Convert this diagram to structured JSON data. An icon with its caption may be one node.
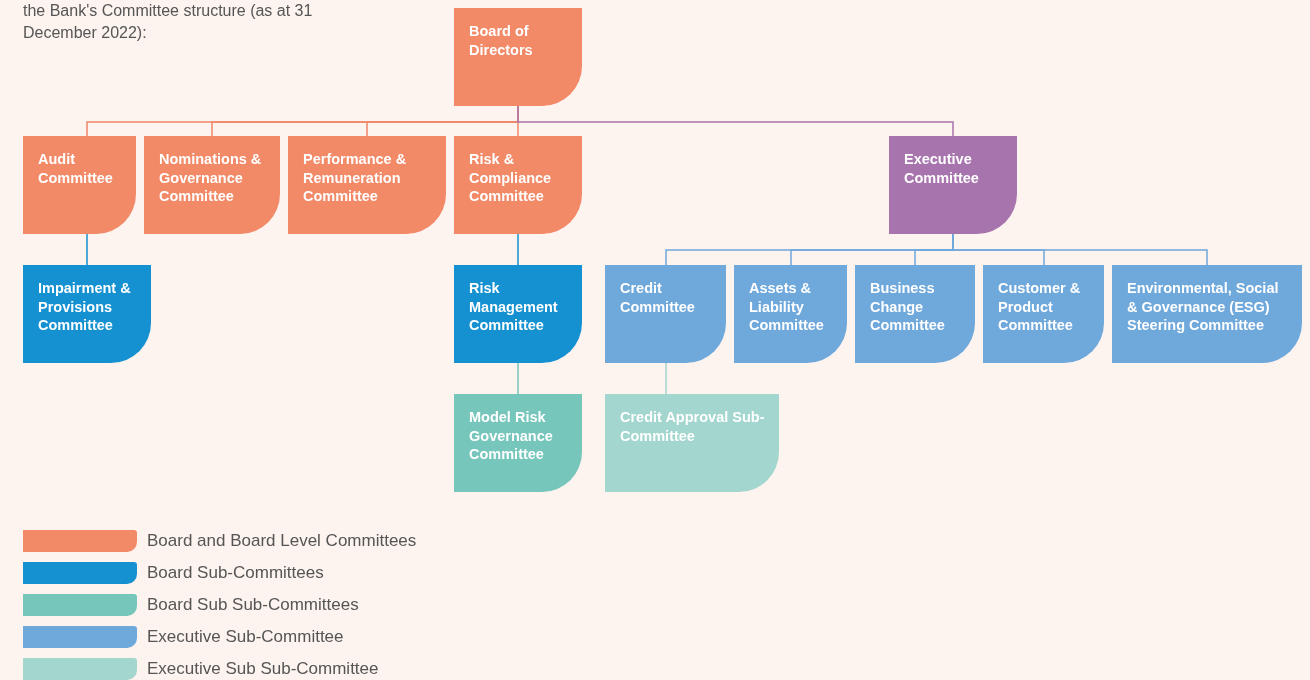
{
  "diagram": {
    "nodes": [
      {
        "text": [
          "Board of Directors"
        ]
      },
      {
        "text": [
          "Audit Committee"
        ]
      },
      {
        "text": [
          "Nominations & Governance Committee"
        ]
      },
      {
        "text": [
          "Performance & Remuneration Committee"
        ]
      },
      {
        "text": [
          "Risk & Compliance Committee"
        ]
      },
      {
        "text": [
          "Executive Committee"
        ]
      },
      {
        "text": [
          "Impairment & Provisions Committee"
        ]
      },
      {
        "text": [
          "Risk Management Committee"
        ]
      },
      {
        "text": [
          "Credit Committee"
        ]
      },
      {
        "text": [
          "Assets & Liability Committee"
        ]
      },
      {
        "text": [
          "Business Change Committee"
        ]
      },
      {
        "text": [
          "Customer & Product Committee"
        ]
      },
      {
        "text": [
          "Environmental, Social & Governance (ESG) Steering Committee"
        ]
      },
      {
        "text": [
          "Model Risk Governance Committee"
        ]
      },
      {
        "text": [
          "Credit Approval Sub-Committee"
        ]
      }
    ],
    "edges": [
      {
        "from": 0,
        "to": 1,
        "arrow": "none",
        "color": "#f0876a"
      },
      {
        "from": 0,
        "to": 2,
        "arrow": "none",
        "color": "#f0876a"
      },
      {
        "from": 0,
        "to": 3,
        "arrow": "none",
        "color": "#f0876a"
      },
      {
        "from": 0,
        "to": 4,
        "arrow": "none",
        "color": "#f0876a"
      },
      {
        "from": 0,
        "to": 5,
        "arrow": "none",
        "color": "#a874ae"
      },
      {
        "from": 1,
        "to": 6,
        "arrow": "none",
        "color": "#1591d1"
      },
      {
        "from": 4,
        "to": 7,
        "arrow": "none",
        "color": "#1591d1"
      },
      {
        "from": 7,
        "to": 13,
        "arrow": "none",
        "color": "#76c6bb"
      },
      {
        "from": 5,
        "to": 8,
        "arrow": "none"
      },
      {
        "from": 5,
        "to": 9,
        "arrow": "none"
      },
      {
        "from": 5,
        "to": 10,
        "arrow": "none"
      },
      {
        "from": 5,
        "to": 11,
        "arrow": "none"
      },
      {
        "from": 5,
        "to": 12,
        "arrow": "none"
      },
      {
        "from": 8,
        "to": 14,
        "arrow": "none",
        "color": "#a2d6ce"
      }
    ],
    "labels": [
      "the Bank's Committee structure (as at 31 December 2022):"
    ],
    "legend": [
      {
        "text": "Board and Board Level Committees",
        "color": "#f28967"
      },
      {
        "text": "Board Sub-Committees",
        "color": "#1591d1"
      },
      {
        "text": "Board Sub Sub-Committees",
        "color": "#76c6bb"
      },
      {
        "text": "Executive Sub-Committee",
        "color": "#6fa8db"
      },
      {
        "text": "Executive Sub Sub-Committee",
        "color": "#a2d6ce"
      }
    ]
  }
}
